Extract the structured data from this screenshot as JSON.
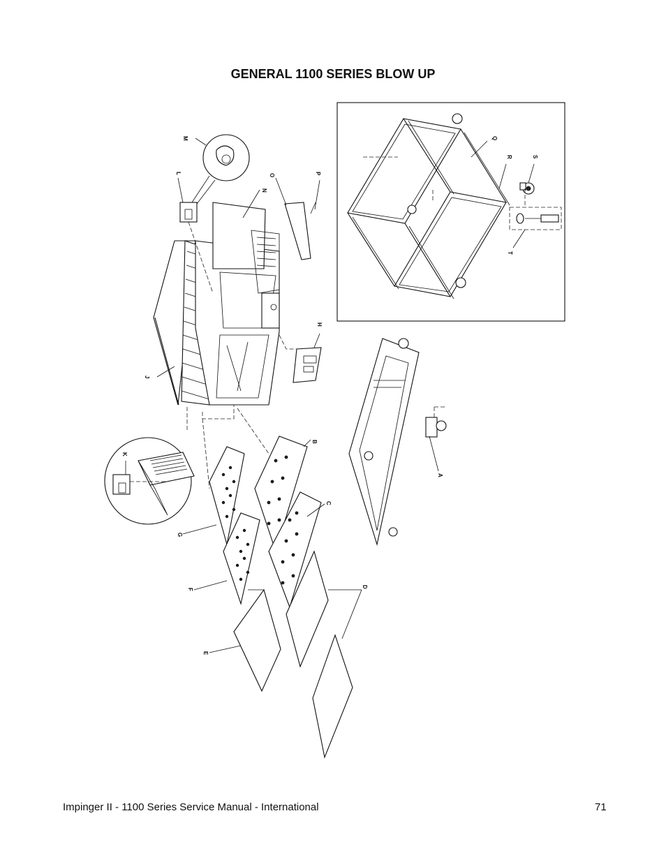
{
  "title": "GENERAL 1100 SERIES  BLOW UP",
  "footer": {
    "manual": "Impinger II - 1100 Series Service Manual - International",
    "page_number": "71"
  },
  "callouts": {
    "A": "A",
    "B": "B",
    "C": "C",
    "D": "D",
    "E": "E",
    "F": "F",
    "G": "G",
    "H": "H",
    "J": "J",
    "K": "K",
    "L": "L",
    "M": "M",
    "N": "N",
    "O": "O",
    "P": "P",
    "Q": "Q",
    "R": "R",
    "S": "S",
    "T": "T"
  }
}
